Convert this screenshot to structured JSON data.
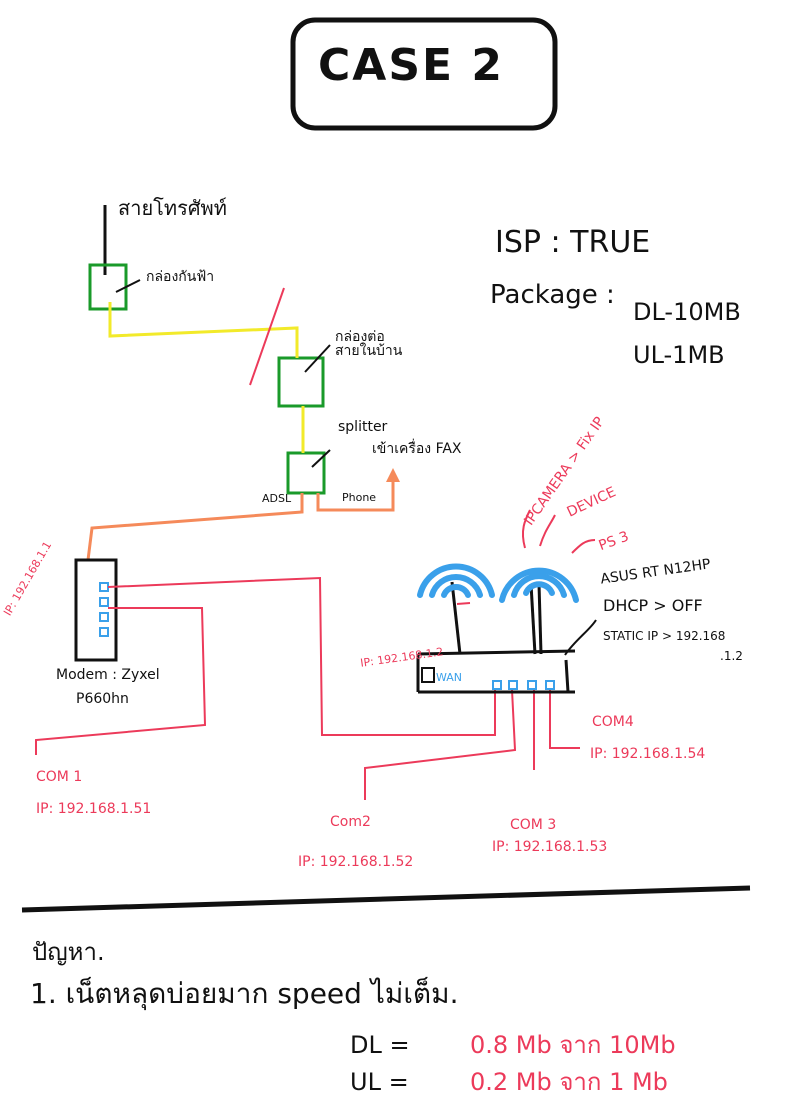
{
  "title": "CASE 2",
  "isp": {
    "label": "ISP : TRUE",
    "package_label": "Package :",
    "dl": "DL-10MB",
    "ul": "UL-1MB"
  },
  "line_path": {
    "phone_line": "สายโทรศัพท์",
    "surge_box": "กล่องกันฟ้า",
    "indoor_box": "กล่องต่อสายในบ้าน",
    "splitter": "splitter",
    "fax": "เข้าเครื่อง FAX",
    "adsl_port": "ADSL",
    "phone_port": "Phone"
  },
  "modem": {
    "ip": "IP: 192.168.1.1",
    "label_1": "Modem : Zyxel",
    "label_2": "P660hn"
  },
  "router": {
    "ip": "IP: 192.168.1.2",
    "wan": "WAN",
    "ipcamera": "IPCAMERA > Fix IP",
    "device": "DEVICE",
    "ps3": "PS 3",
    "model": "ASUS RT N12HP",
    "dhcp": "DHCP > OFF",
    "static_ip": "STATIC IP > 192.168",
    "static_ip_cont": ".1.2"
  },
  "computers": [
    {
      "name": "COM 1",
      "ip": "IP: 192.168.1.51"
    },
    {
      "name": "Com2",
      "ip": "IP: 192.168.1.52"
    },
    {
      "name": "COM 3",
      "ip": "IP: 192.168.1.53"
    },
    {
      "name": "COM4",
      "ip": "IP: 192.168.1.54"
    }
  ],
  "problem": {
    "heading": "ปัญหา.",
    "item_1": "1. เน็ตหลุดบ่อยมาก speed ไม่เต็ม.",
    "dl_label": "DL =",
    "dl_value": "0.8 Mb จาก 10Mb",
    "ul_label": "UL =",
    "ul_value": "0.2 Mb จาก 1 Mb"
  },
  "colors": {
    "ink": "#111111",
    "red": "#ec3a5a",
    "green": "#1a9a2a",
    "yellow": "#f2ea2a",
    "orange": "#f58a5a",
    "blue": "#3aa0ea"
  }
}
